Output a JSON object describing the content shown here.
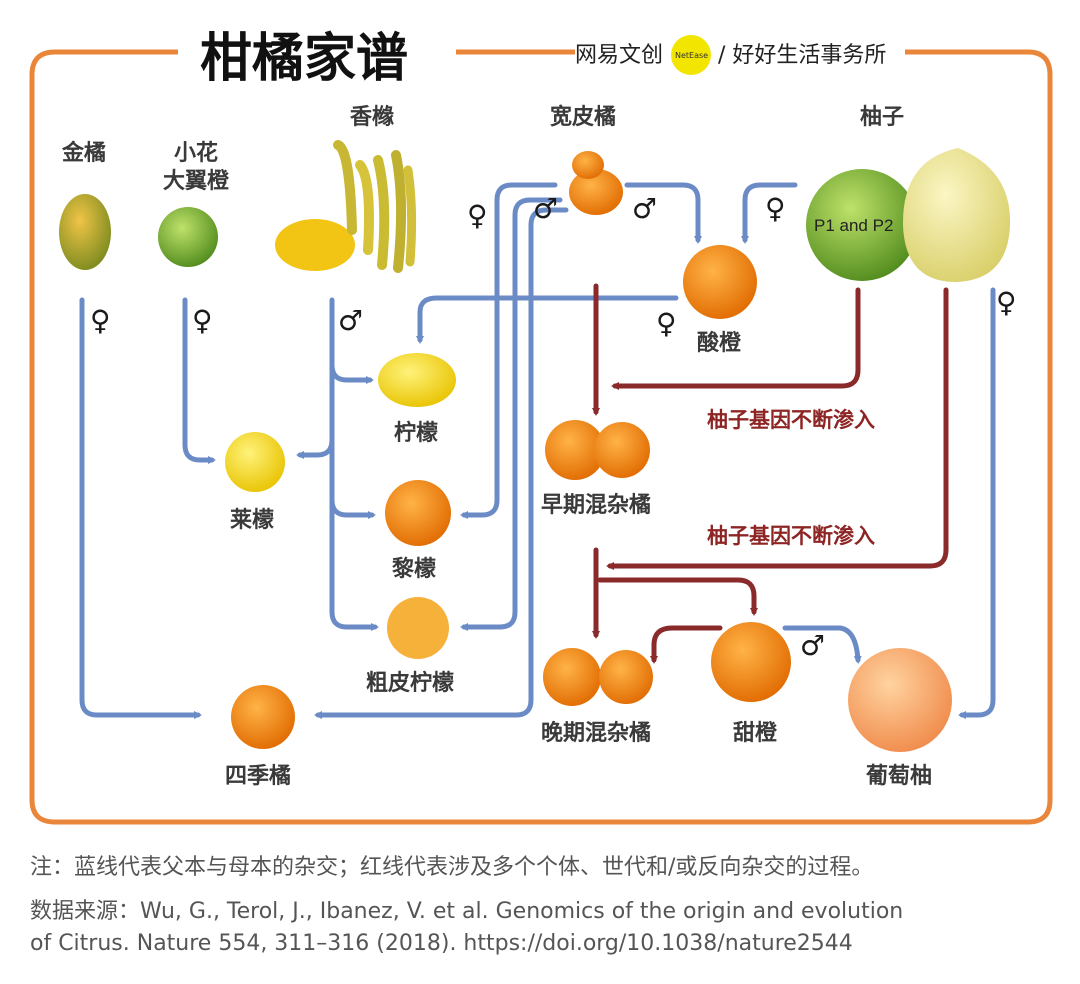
{
  "title": "柑橘家谱",
  "brand": {
    "left": "网易文创",
    "badge": "NetEase",
    "right": "/ 好好生活事务所"
  },
  "fruits": {
    "kumquat": "金橘",
    "small_flower_papeda": "小花\n大翼橙",
    "citron": "香橼",
    "mandarin": "宽皮橘",
    "pomelo": "柚子",
    "sour_orange": "酸橙",
    "lemon": "柠檬",
    "early_mandarin": "早期混杂橘",
    "lime": "莱檬",
    "limonia": "黎檬",
    "rough_lemon": "粗皮柠檬",
    "late_mandarin": "晚期混杂橘",
    "sweet_orange": "甜橙",
    "calamondin": "四季橘",
    "grapefruit": "葡萄柚"
  },
  "pomelo_inner": "P1 and P2",
  "red_labels": [
    "柚子基因不断渗入",
    "柚子基因不断渗入"
  ],
  "symbols": {
    "female": "♀",
    "male": "♂"
  },
  "note": "注：蓝线代表父本与母本的杂交；红线代表涉及多个个体、世代和/或反向杂交的过程。",
  "source_line1": "数据来源：Wu, G., Terol, J., Ibanez, V. et al. Genomics of the origin and evolution",
  "source_line2": "of Citrus. Nature 554, 311–316 (2018). https://doi.org/10.1038/nature2544",
  "colors": {
    "frame": "#e9863a",
    "blue_line": "#6b8bc6",
    "red_line": "#8a2a2a",
    "badge": "#f2e600"
  }
}
